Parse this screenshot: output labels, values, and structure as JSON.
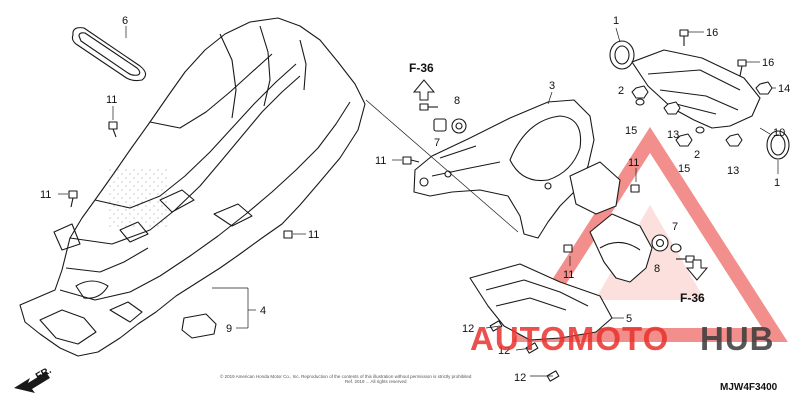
{
  "diagram": {
    "callouts": [
      {
        "id": "c-6",
        "label": "6"
      },
      {
        "id": "c-11a",
        "label": "11"
      },
      {
        "id": "c-11b",
        "label": "11"
      },
      {
        "id": "c-11c",
        "label": "11"
      },
      {
        "id": "c-11d",
        "label": "11"
      },
      {
        "id": "c-11e",
        "label": "11"
      },
      {
        "id": "c-11f",
        "label": "11"
      },
      {
        "id": "c-4",
        "label": "4"
      },
      {
        "id": "c-9",
        "label": "9"
      },
      {
        "id": "c-3",
        "label": "3"
      },
      {
        "id": "c-8a",
        "label": "8"
      },
      {
        "id": "c-7a",
        "label": "7"
      },
      {
        "id": "c-7b",
        "label": "7"
      },
      {
        "id": "c-8b",
        "label": "8"
      },
      {
        "id": "c-5",
        "label": "5"
      },
      {
        "id": "c-12a",
        "label": "12"
      },
      {
        "id": "c-12b",
        "label": "12"
      },
      {
        "id": "c-12c",
        "label": "12"
      },
      {
        "id": "c-1a",
        "label": "1"
      },
      {
        "id": "c-16a",
        "label": "16"
      },
      {
        "id": "c-16b",
        "label": "16"
      },
      {
        "id": "c-14",
        "label": "14"
      },
      {
        "id": "c-10",
        "label": "10"
      },
      {
        "id": "c-2a",
        "label": "2"
      },
      {
        "id": "c-2b",
        "label": "2"
      },
      {
        "id": "c-13a",
        "label": "13"
      },
      {
        "id": "c-13b",
        "label": "13"
      },
      {
        "id": "c-15a",
        "label": "15"
      },
      {
        "id": "c-15b",
        "label": "15"
      },
      {
        "id": "c-1b",
        "label": "1"
      }
    ],
    "refs": {
      "top": "F-36",
      "bottom": "F-36"
    },
    "fr_label": "FR.",
    "diagram_code": "MJW4F3400",
    "copyright": [
      "© 2019 American Honda Motor Co., Inc. Reproduction of the contents of this illustration without permission is strictly prohibited",
      "Ref. 2019 ... All rights reserved"
    ]
  },
  "watermark": {
    "word_red": "AUTOMOTO",
    "word_dark": "HUB",
    "color_red": "#e8322d",
    "color_dark": "#3a3a3a",
    "color_orange": "#f0a03c"
  }
}
